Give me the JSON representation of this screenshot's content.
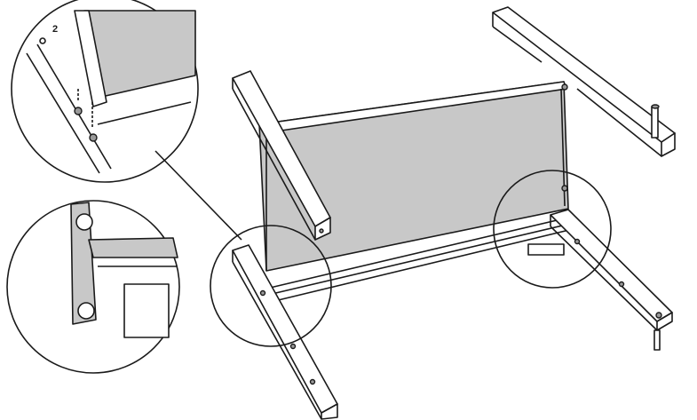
{
  "diagram": {
    "step_label": "2",
    "colors": {
      "panel": "#c8c8c8",
      "line": "#1a1a1a",
      "background": "#ffffff"
    },
    "callouts": [
      "detail-top-left",
      "detail-bottom-left",
      "detail-left-joint",
      "detail-right-joint"
    ]
  }
}
